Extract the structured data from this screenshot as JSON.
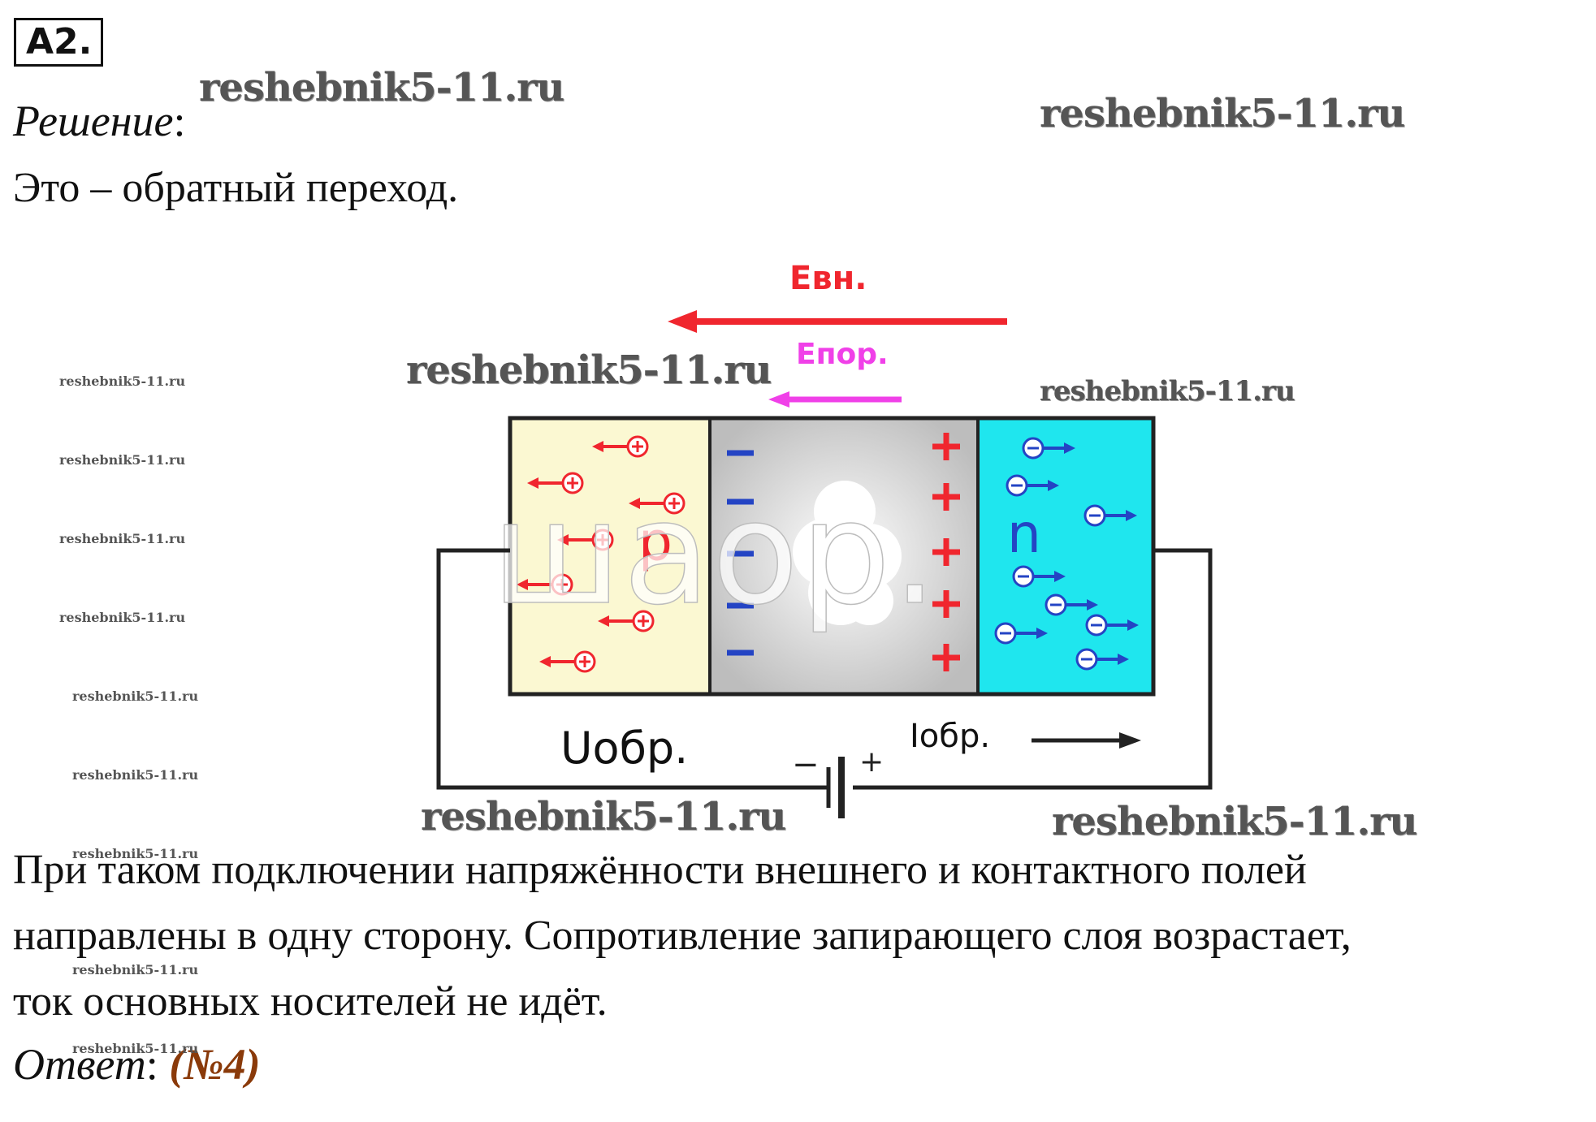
{
  "task_number": "A2.",
  "solution_label": "Решение",
  "solution_colon": ":",
  "intro_text": "Это – обратный переход.",
  "diagram": {
    "e_ext": "Eвн.",
    "e_contact": "Eпор.",
    "p_label": "p",
    "n_label": "n",
    "u_label": "Uобр.",
    "i_label": "Iобр.",
    "minus_sign": "−",
    "plus_sign": "+",
    "overlay_text": "шаор.",
    "colors": {
      "p_region": "#fbf8d2",
      "n_region": "#1fe6ee",
      "depletion": "#c9c9c9",
      "red": "#f0262e",
      "blue": "#2444c4",
      "magenta": "#f040e8"
    }
  },
  "paragraph_lines": [
    "При таком подключении напряжённости внешнего и контактного полей",
    "направлены в одну сторону. Сопротивление запирающего слоя возрастает,",
    "ток основных носителей не идёт."
  ],
  "answer_label": "Ответ",
  "answer_colon": ":",
  "answer_value": "(№4)",
  "watermark": "reshebnik5-11.ru"
}
